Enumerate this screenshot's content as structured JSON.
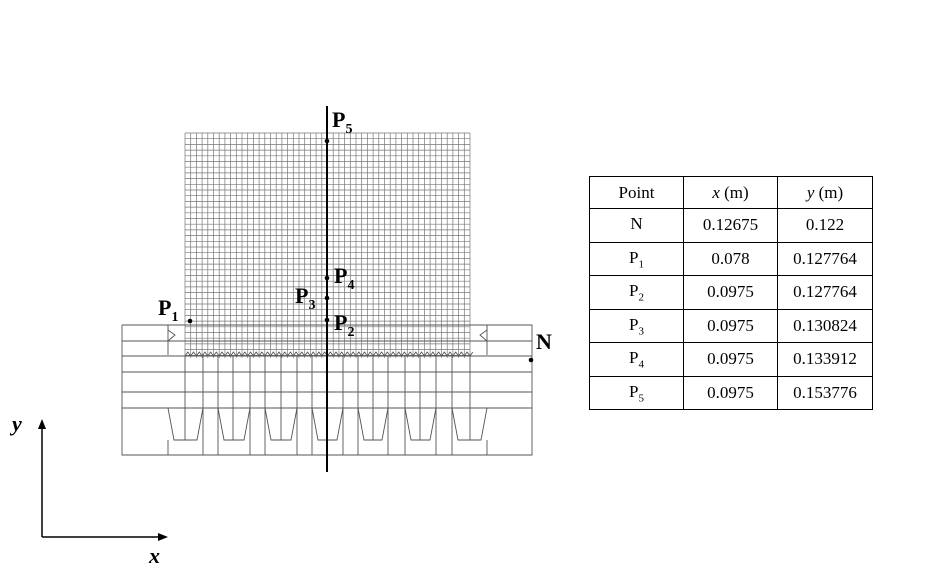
{
  "diagram": {
    "points": [
      {
        "id": "P5",
        "base": "P",
        "sub": "5"
      },
      {
        "id": "P4",
        "base": "P",
        "sub": "4"
      },
      {
        "id": "P3",
        "base": "P",
        "sub": "3"
      },
      {
        "id": "P2",
        "base": "P",
        "sub": "2"
      },
      {
        "id": "P1",
        "base": "P",
        "sub": "1"
      },
      {
        "id": "N",
        "base": "N",
        "sub": ""
      }
    ],
    "axis_x": "x",
    "axis_y": "y"
  },
  "table": {
    "headers": {
      "point": "Point",
      "x_var": "x",
      "x_unit": " (m)",
      "y_var": "y",
      "y_unit": " (m)"
    },
    "rows": [
      {
        "base": "N",
        "sub": "",
        "x": "0.12675",
        "y": "0.122"
      },
      {
        "base": "P",
        "sub": "1",
        "x": "0.078",
        "y": "0.127764"
      },
      {
        "base": "P",
        "sub": "2",
        "x": "0.0975",
        "y": "0.127764"
      },
      {
        "base": "P",
        "sub": "3",
        "x": "0.0975",
        "y": "0.130824"
      },
      {
        "base": "P",
        "sub": "4",
        "x": "0.0975",
        "y": "0.133912"
      },
      {
        "base": "P",
        "sub": "5",
        "x": "0.0975",
        "y": "0.153776"
      }
    ]
  }
}
